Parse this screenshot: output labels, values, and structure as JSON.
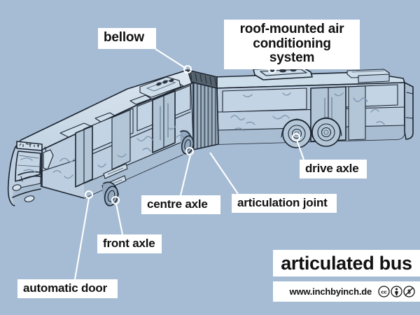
{
  "poster": {
    "background_color": "#a6bcd4",
    "title": "articulated bus",
    "url": "www.inchbyinch.de",
    "license_icons": [
      "cc-icon",
      "cc-by-icon",
      "cc-nc-icon"
    ],
    "subject": "articulated bus technical illustration"
  },
  "labels": {
    "bellow": "bellow",
    "air_conditioning": "roof-mounted air\nconditioning system",
    "centre_axle": "centre axle",
    "articulation_joint": "articulation joint",
    "drive_axle": "drive axle",
    "front_axle": "front axle",
    "automatic_door": "automatic door"
  },
  "colors": {
    "background": "#a6bcd4",
    "body_light": "#cbdae7",
    "body_mid": "#b9cbdc",
    "body_shade": "#9db3c8",
    "ink": "#1d2530",
    "label_bg": "#ffffff",
    "label_text": "#111111",
    "bellow_dark": "#4a5866"
  }
}
